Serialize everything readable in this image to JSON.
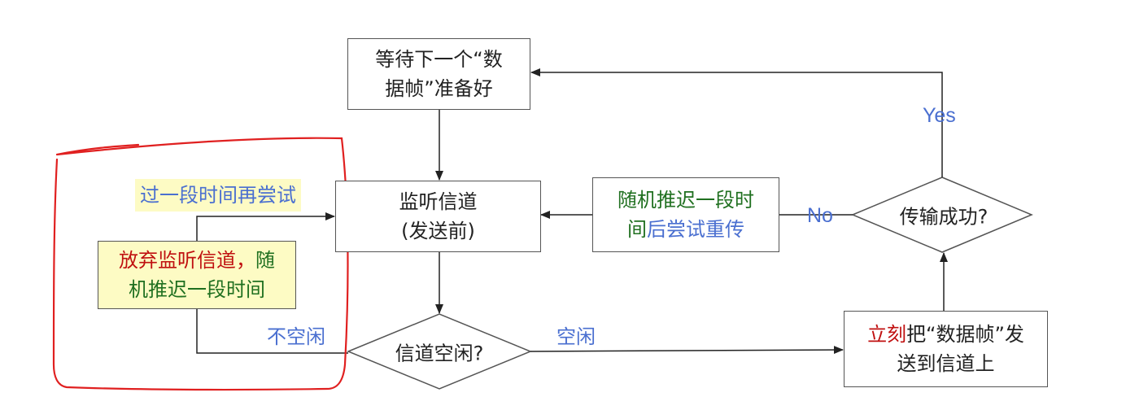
{
  "colors": {
    "box_border": "#555555",
    "arrow": "#222222",
    "label_blue": "#4a6fd0",
    "text_red": "#c01010",
    "text_green": "#207020",
    "highlight_bg": "#fdfbc4",
    "annotation_red": "#e02020"
  },
  "nodes": {
    "wait": {
      "line1": "等待下一个“数",
      "line2": "据帧”准备好"
    },
    "listen": {
      "line1": "监听信道",
      "line2": "(发送前)"
    },
    "idle_decision": {
      "text": "信道空闲?"
    },
    "send_now": {
      "red": "立刻",
      "rest1": "把“数据帧”发",
      "line2": "送到信道上"
    },
    "success_decision": {
      "text": "传输成功?"
    },
    "retry_delay": {
      "green1": "随机推迟一段时",
      "green2": "间",
      "blue2": "后尝试重传"
    },
    "giveup": {
      "red": "放弃监听信道，",
      "green1": "随",
      "green2": "机推迟一段时间"
    }
  },
  "labels": {
    "try_again": "过一段时间再尝试",
    "not_idle": "不空闲",
    "idle": "空闲",
    "yes": "Yes",
    "no": "No"
  }
}
